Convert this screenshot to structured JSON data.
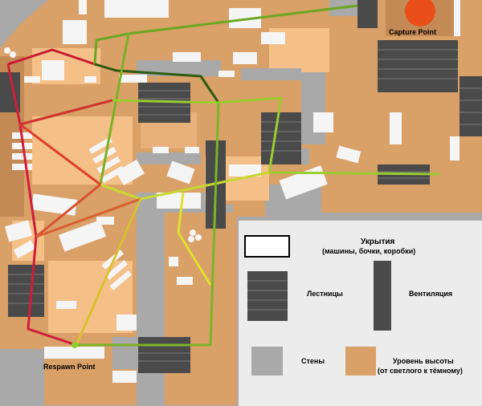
{
  "map": {
    "capture_label": "Capture Point",
    "respawn_label": "Respawn Point"
  },
  "legend": {
    "cover_title": "Укрытия",
    "cover_subtitle": "(машины, бочки, коробки)",
    "stairs": "Лестницы",
    "vents": "Вентиляция",
    "walls": "Стены",
    "elevation_title": "Уровень высоты",
    "elevation_subtitle": "(от светлого к тёмному)"
  },
  "colors": {
    "elevation_light": "#f4c088",
    "elevation_mid": "#d9a068",
    "elevation_dark": "#c48a55",
    "wall": "#a9a9a9",
    "stairs": "#4a4a4a",
    "cover": "#f5f5f5",
    "capture_point": "#e94e1b",
    "legend_bg": "#ececec",
    "route_start": "#e0103a",
    "route_end": "#9fe040"
  }
}
